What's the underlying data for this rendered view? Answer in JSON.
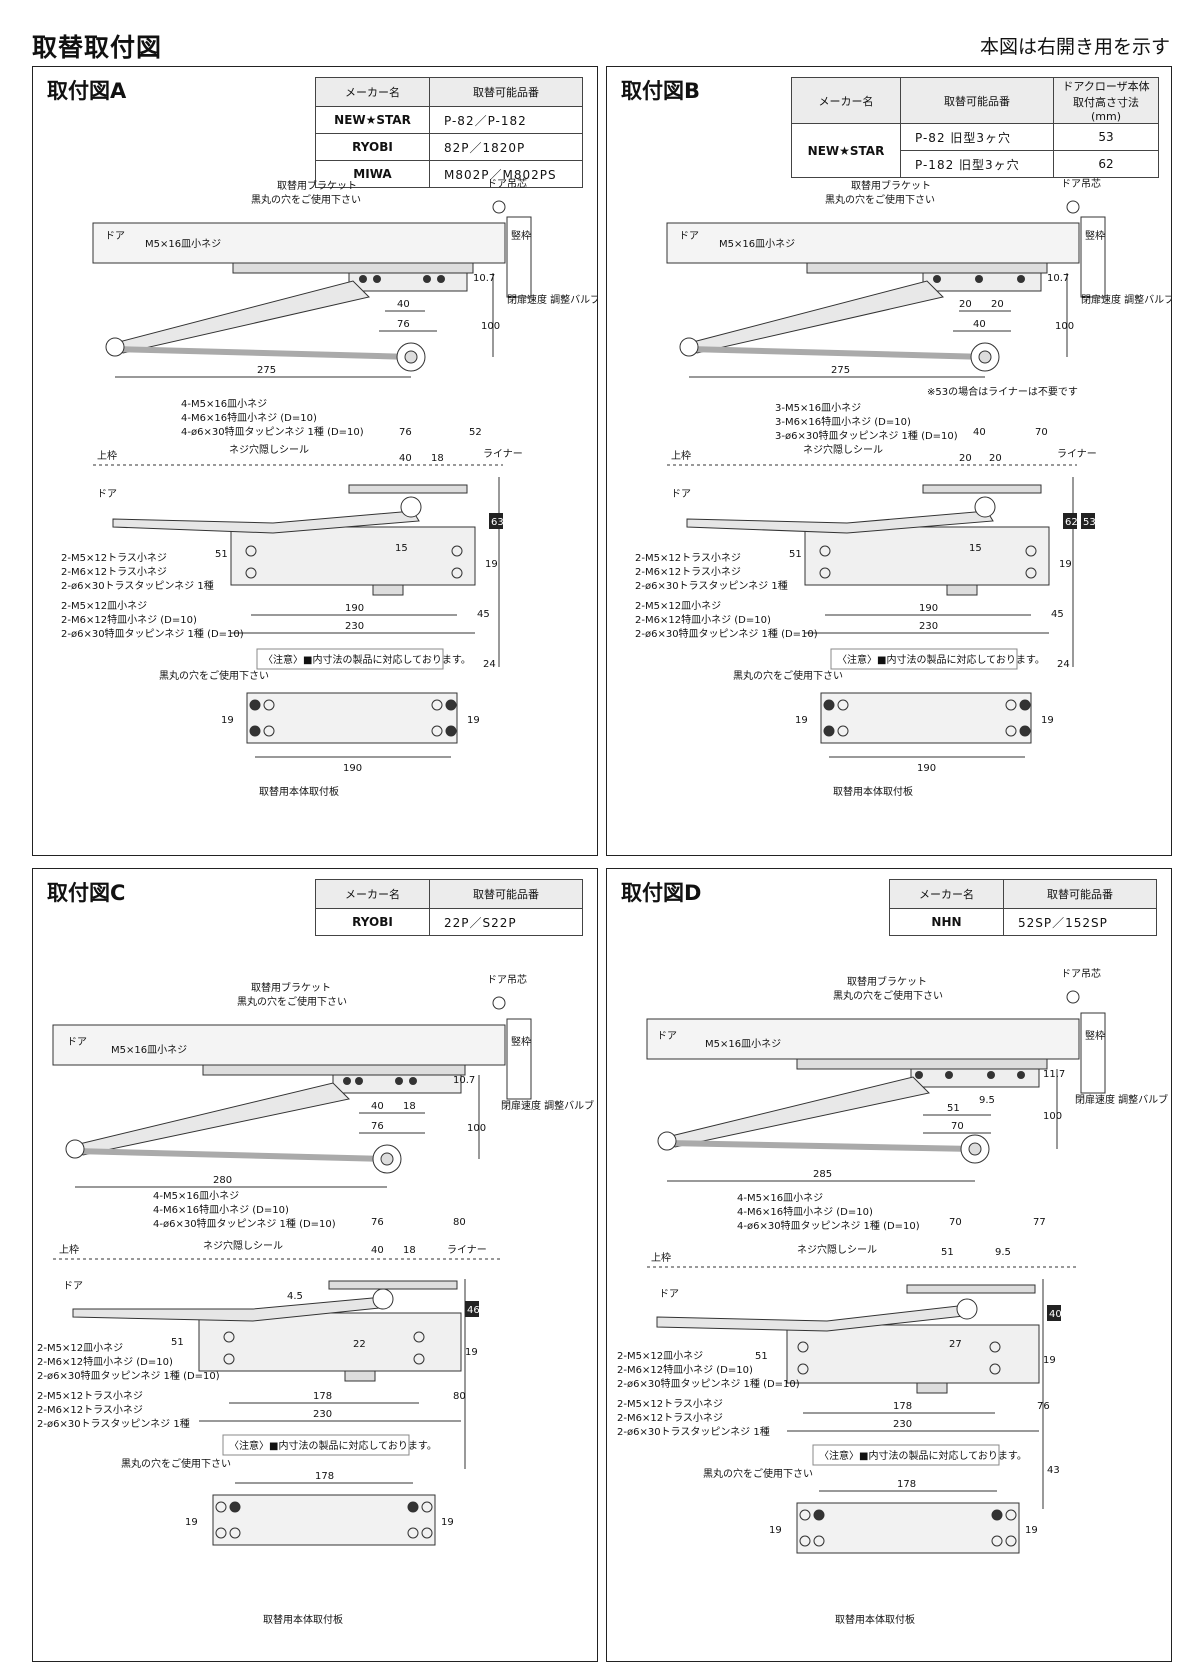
{
  "header": {
    "title": "取替取付図",
    "note": "本図は右開き用を示す"
  },
  "table_headers": {
    "maker": "メーカー名",
    "parts": "取替可能品番",
    "height": "ドアクローザ本体 取付高さ寸法 (mm)"
  },
  "common": {
    "door": "ドア",
    "pivot": "ドア吊芯",
    "jamb": "竪枠",
    "head_jamb": "上枠",
    "bracket": "取替用ブラケット",
    "use_black": "黒丸の穴をご使用下さい",
    "m5x16": "M5×16皿小ネジ",
    "valve": "閉扉速度 調整バルブ",
    "seal": "ネジ穴隠しシール",
    "liner": "ライナー",
    "note": "〈注意〉■内寸法の製品に対応しております。",
    "use_black2": "黒丸の穴をご使用下さい",
    "plate": "取替用本体取付板"
  },
  "panels": {
    "A": {
      "title": "取付図A",
      "rows": [
        {
          "maker": "NEW★STAR",
          "parts": "P-82／P-182"
        },
        {
          "maker": "RYOBI",
          "parts": "82P／1820P"
        },
        {
          "maker": "MIWA",
          "parts": "M802P／M802PS"
        }
      ],
      "dims": {
        "d1": "10.7",
        "d2": "40",
        "d3": "76",
        "d4": "100",
        "d5": "275",
        "e1": "76",
        "e2": "52",
        "e3": "40",
        "e4": "18",
        "e5": "51",
        "e6": "15",
        "e7": "19",
        "e8": "190",
        "e9": "230",
        "e10": "45",
        "e11": "24",
        "e12": "63",
        "p1": "19",
        "p2": "19",
        "p3": "190"
      },
      "screw_top": [
        "4-M5×16皿小ネジ",
        "4-M6×16特皿小ネジ (D=10)",
        "4-ø6×30特皿タッピンネジ 1種 (D=10)"
      ],
      "screw_b1": [
        "2-M5×12トラス小ネジ",
        "2-M6×12トラス小ネジ",
        "2-ø6×30トラスタッピンネジ 1種"
      ],
      "screw_b2": [
        "2-M5×12皿小ネジ",
        "2-M6×12特皿小ネジ (D=10)",
        "2-ø6×30特皿タッピンネジ 1種 (D=10)"
      ]
    },
    "B": {
      "title": "取付図B",
      "rows": [
        {
          "maker": "NEW★STAR",
          "parts": "P-82 旧型3ヶ穴",
          "height": "53"
        },
        {
          "maker": "",
          "parts": "P-182 旧型3ヶ穴",
          "height": "62"
        }
      ],
      "dims": {
        "d1": "10.7",
        "d2": "20",
        "d3": "20",
        "d4": "40",
        "d5": "100",
        "d6": "275",
        "e1": "40",
        "e2": "70",
        "e3": "20",
        "e4": "20",
        "e5": "51",
        "e6": "15",
        "e7": "19",
        "e8": "190",
        "e9": "230",
        "e10": "45",
        "e11": "24",
        "e12": "62",
        "e13": "53",
        "p1": "19",
        "p2": "19",
        "p3": "190"
      },
      "liner_note": "※53の場合はライナーは不要です",
      "screw_top": [
        "3-M5×16皿小ネジ",
        "3-M6×16特皿小ネジ (D=10)",
        "3-ø6×30特皿タッピンネジ 1種 (D=10)"
      ],
      "screw_b1": [
        "2-M5×12トラス小ネジ",
        "2-M6×12トラス小ネジ",
        "2-ø6×30トラスタッピンネジ 1種"
      ],
      "screw_b2": [
        "2-M5×12皿小ネジ",
        "2-M6×12特皿小ネジ (D=10)",
        "2-ø6×30特皿タッピンネジ 1種 (D=10)"
      ]
    },
    "C": {
      "title": "取付図C",
      "rows": [
        {
          "maker": "RYOBI",
          "parts": "22P／S22P"
        }
      ],
      "dims": {
        "d1": "10.7",
        "d2": "40",
        "d3": "18",
        "d4": "76",
        "d5": "100",
        "d6": "280",
        "e1": "76",
        "e2": "80",
        "e3": "40",
        "e4": "18",
        "e5": "4.5",
        "e6": "51",
        "e7": "22",
        "e8": "19",
        "e9": "178",
        "e10": "230",
        "e11": "80",
        "e12": "46",
        "p1": "178",
        "p2": "19",
        "p3": "19"
      },
      "screw_top": [
        "4-M5×16皿小ネジ",
        "4-M6×16特皿小ネジ (D=10)",
        "4-ø6×30特皿タッピンネジ 1種 (D=10)"
      ],
      "screw_b1": [
        "2-M5×12皿小ネジ",
        "2-M6×12特皿小ネジ (D=10)",
        "2-ø6×30特皿タッピンネジ 1種 (D=10)"
      ],
      "screw_b2": [
        "2-M5×12トラス小ネジ",
        "2-M6×12トラス小ネジ",
        "2-ø6×30トラスタッピンネジ 1種"
      ]
    },
    "D": {
      "title": "取付図D",
      "rows": [
        {
          "maker": "NHN",
          "parts": "52SP／152SP"
        }
      ],
      "dims": {
        "d1": "11.7",
        "d2": "51",
        "d3": "9.5",
        "d4": "70",
        "d5": "100",
        "d6": "285",
        "e1": "70",
        "e2": "77",
        "e3": "51",
        "e4": "9.5",
        "e5": "51",
        "e6": "27",
        "e7": "19",
        "e8": "178",
        "e9": "230",
        "e10": "76",
        "e11": "43",
        "e12": "40",
        "p1": "178",
        "p2": "19",
        "p3": "19"
      },
      "screw_top": [
        "4-M5×16皿小ネジ",
        "4-M6×16特皿小ネジ (D=10)",
        "4-ø6×30特皿タッピンネジ 1種 (D=10)"
      ],
      "screw_b1": [
        "2-M5×12皿小ネジ",
        "2-M6×12特皿小ネジ (D=10)",
        "2-ø6×30特皿タッピンネジ 1種 (D=10)"
      ],
      "screw_b2": [
        "2-M5×12トラス小ネジ",
        "2-M6×12トラス小ネジ",
        "2-ø6×30トラスタッピンネジ 1種"
      ]
    }
  }
}
